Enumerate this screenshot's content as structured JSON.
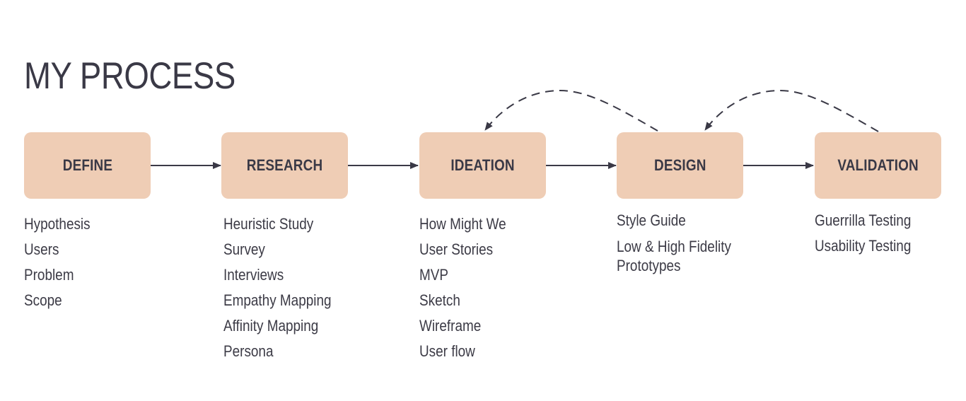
{
  "title": "MY PROCESS",
  "colors": {
    "box_fill": "#efcdb5",
    "text": "#3a3946",
    "connector": "#3a3946"
  },
  "steps": [
    {
      "label": "DEFINE",
      "items": [
        "Hypothesis",
        "Users",
        "Problem",
        "Scope"
      ]
    },
    {
      "label": "RESEARCH",
      "items": [
        "Heuristic Study",
        "Survey",
        "Interviews",
        "Empathy Mapping",
        "Affinity Mapping",
        "Persona"
      ]
    },
    {
      "label": "IDEATION",
      "items": [
        "How Might We",
        "User Stories",
        "MVP",
        "Sketch",
        "Wireframe",
        "User flow"
      ]
    },
    {
      "label": "DESIGN",
      "items": [
        "Style Guide",
        "Low & High Fidelity",
        "Prototypes"
      ]
    },
    {
      "label": "VALIDATION",
      "items": [
        "Guerrilla Testing",
        "Usability Testing"
      ]
    }
  ],
  "connectors": [
    {
      "from": "DEFINE",
      "to": "RESEARCH",
      "style": "solid"
    },
    {
      "from": "RESEARCH",
      "to": "IDEATION",
      "style": "solid"
    },
    {
      "from": "IDEATION",
      "to": "DESIGN",
      "style": "solid"
    },
    {
      "from": "DESIGN",
      "to": "VALIDATION",
      "style": "solid"
    },
    {
      "from": "DESIGN",
      "to": "IDEATION",
      "style": "dashed-loop"
    },
    {
      "from": "VALIDATION",
      "to": "DESIGN",
      "style": "dashed-loop"
    }
  ]
}
